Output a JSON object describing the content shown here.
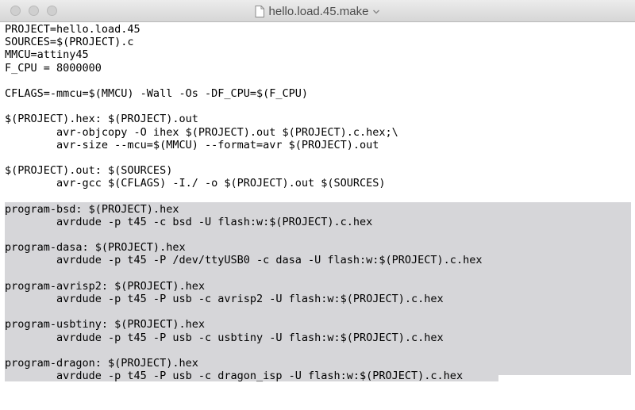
{
  "window": {
    "title": "hello.load.45.make"
  },
  "editor": {
    "lines": [
      "PROJECT=hello.load.45",
      "SOURCES=$(PROJECT).c",
      "MMCU=attiny45",
      "F_CPU = 8000000",
      "",
      "CFLAGS=-mmcu=$(MMCU) -Wall -Os -DF_CPU=$(F_CPU)",
      "",
      "$(PROJECT).hex: $(PROJECT).out",
      "        avr-objcopy -O ihex $(PROJECT).out $(PROJECT).c.hex;\\",
      "        avr-size --mcu=$(MMCU) --format=avr $(PROJECT).out",
      "",
      "$(PROJECT).out: $(SOURCES)",
      "        avr-gcc $(CFLAGS) -I./ -o $(PROJECT).out $(SOURCES)",
      "",
      "program-bsd: $(PROJECT).hex",
      "        avrdude -p t45 -c bsd -U flash:w:$(PROJECT).c.hex",
      "",
      "program-dasa: $(PROJECT).hex",
      "        avrdude -p t45 -P /dev/ttyUSB0 -c dasa -U flash:w:$(PROJECT).c.hex",
      "",
      "program-avrisp2: $(PROJECT).hex",
      "        avrdude -p t45 -P usb -c avrisp2 -U flash:w:$(PROJECT).c.hex",
      "",
      "program-usbtiny: $(PROJECT).hex",
      "        avrdude -p t45 -P usb -c usbtiny -U flash:w:$(PROJECT).c.hex",
      "",
      "program-dragon: $(PROJECT).hex",
      "        avrdude -p t45 -P usb -c dragon_isp -U flash:w:$(PROJECT).c.hex"
    ]
  },
  "icons": {
    "close": "close-button-icon",
    "minimize": "minimize-button-icon",
    "zoom": "zoom-button-icon",
    "document": "document-icon",
    "title_menu": "chevron-down-icon"
  },
  "colors": {
    "titlebar": "#dcdcdc",
    "traffic_inactive": "#cfcfcf",
    "selection": "#d6d6d9",
    "text": "#000000"
  }
}
